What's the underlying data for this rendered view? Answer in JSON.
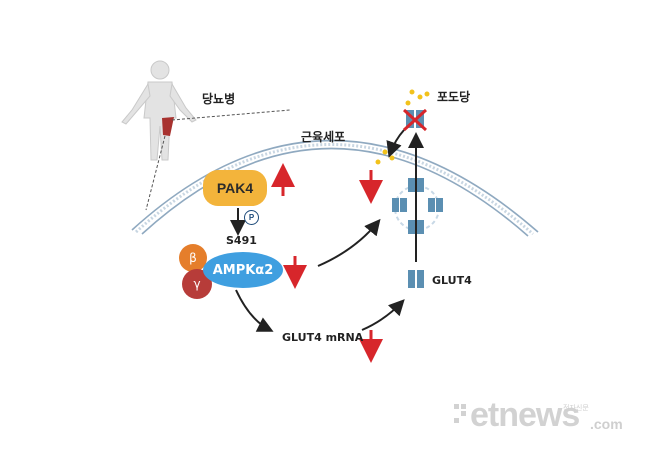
{
  "labels": {
    "diabetes": "당뇨병",
    "muscle_cell": "근육세포",
    "glucose": "포도당",
    "pak4": "PAK4",
    "phospho": "P",
    "s491": "S491",
    "beta": "β",
    "gamma": "γ",
    "ampk": "AMPKα2",
    "glut4": "GLUT4",
    "glut4_mrna": "GLUT4 mRNA"
  },
  "watermark": {
    "brand": "etnews",
    "sub": "전자신문",
    "domain": ".com"
  },
  "colors": {
    "pak4": "#f3b43b",
    "ampk": "#3f9fe0",
    "beta": "#e57e2b",
    "gamma": "#b73c39",
    "arrow_red": "#d7262b",
    "membrane": "#8fa9c0",
    "transporter": "#5b8fb2",
    "glucose_dot": "#f2c21b"
  },
  "indicators": {
    "pak4": "up",
    "ampk": "down",
    "glut4_membrane": "down",
    "glut4_mrna": "down"
  }
}
